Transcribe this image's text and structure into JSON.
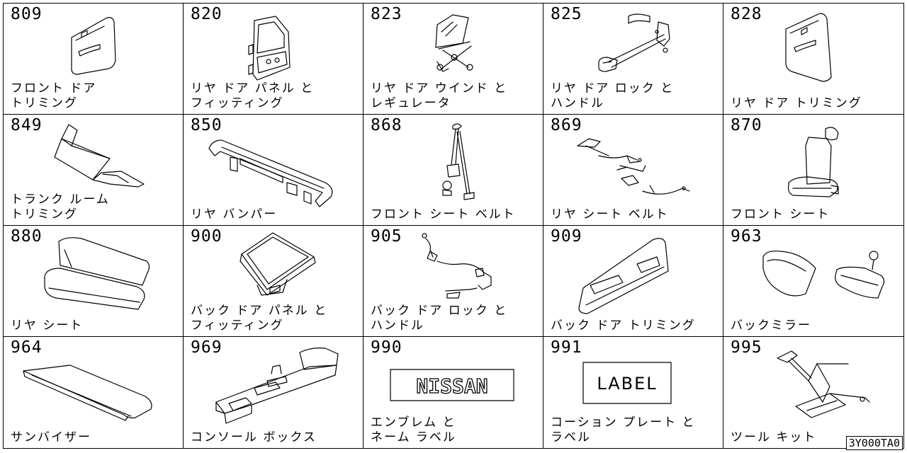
{
  "catalog": {
    "document_id": "3Y000TA0",
    "parts": [
      {
        "code": "809",
        "name": "フロント ドア\nトリミング",
        "icon": "front-door-trim-icon"
      },
      {
        "code": "820",
        "name": "リヤ ドア パネル と\nフィッティング",
        "icon": "rear-door-panel-icon"
      },
      {
        "code": "823",
        "name": "リヤ ドア ウインド と\nレギュレータ",
        "icon": "window-regulator-icon"
      },
      {
        "code": "825",
        "name": "リヤ ドア ロック と\nハンドル",
        "icon": "door-lock-handle-icon"
      },
      {
        "code": "828",
        "name": "リヤ ドア トリミング",
        "icon": "rear-door-trim-icon"
      },
      {
        "code": "849",
        "name": "トランク ルーム\nトリミング",
        "icon": "trunk-trim-icon"
      },
      {
        "code": "850",
        "name": "リヤ バンパー",
        "icon": "rear-bumper-icon"
      },
      {
        "code": "868",
        "name": "フロント シート ベルト",
        "icon": "front-seat-belt-icon"
      },
      {
        "code": "869",
        "name": "リヤ シート ベルト",
        "icon": "rear-seat-belt-icon"
      },
      {
        "code": "870",
        "name": "フロント シート",
        "icon": "front-seat-icon"
      },
      {
        "code": "880",
        "name": "リヤ シート",
        "icon": "rear-seat-icon"
      },
      {
        "code": "900",
        "name": "バック ドア パネル と\nフィッティング",
        "icon": "back-door-panel-icon"
      },
      {
        "code": "905",
        "name": "バック ドア ロック と\nハンドル",
        "icon": "back-door-lock-icon"
      },
      {
        "code": "909",
        "name": "バック ドア トリミング",
        "icon": "back-door-trim-icon"
      },
      {
        "code": "963",
        "name": "バックミラー",
        "icon": "mirror-icon"
      },
      {
        "code": "964",
        "name": "サンバイザー",
        "icon": "sun-visor-icon"
      },
      {
        "code": "969",
        "name": "コンソール ボックス",
        "icon": "console-box-icon"
      },
      {
        "code": "990",
        "name": "エンブレム と\nネーム ラベル",
        "icon": "nissan-emblem-icon",
        "emblem_text": "NISSAN"
      },
      {
        "code": "991",
        "name": "コーション プレート と\nラベル",
        "icon": "label-plate-icon",
        "emblem_text": "LABEL"
      },
      {
        "code": "995",
        "name": "ツール キット",
        "icon": "jack-tool-icon"
      }
    ]
  }
}
